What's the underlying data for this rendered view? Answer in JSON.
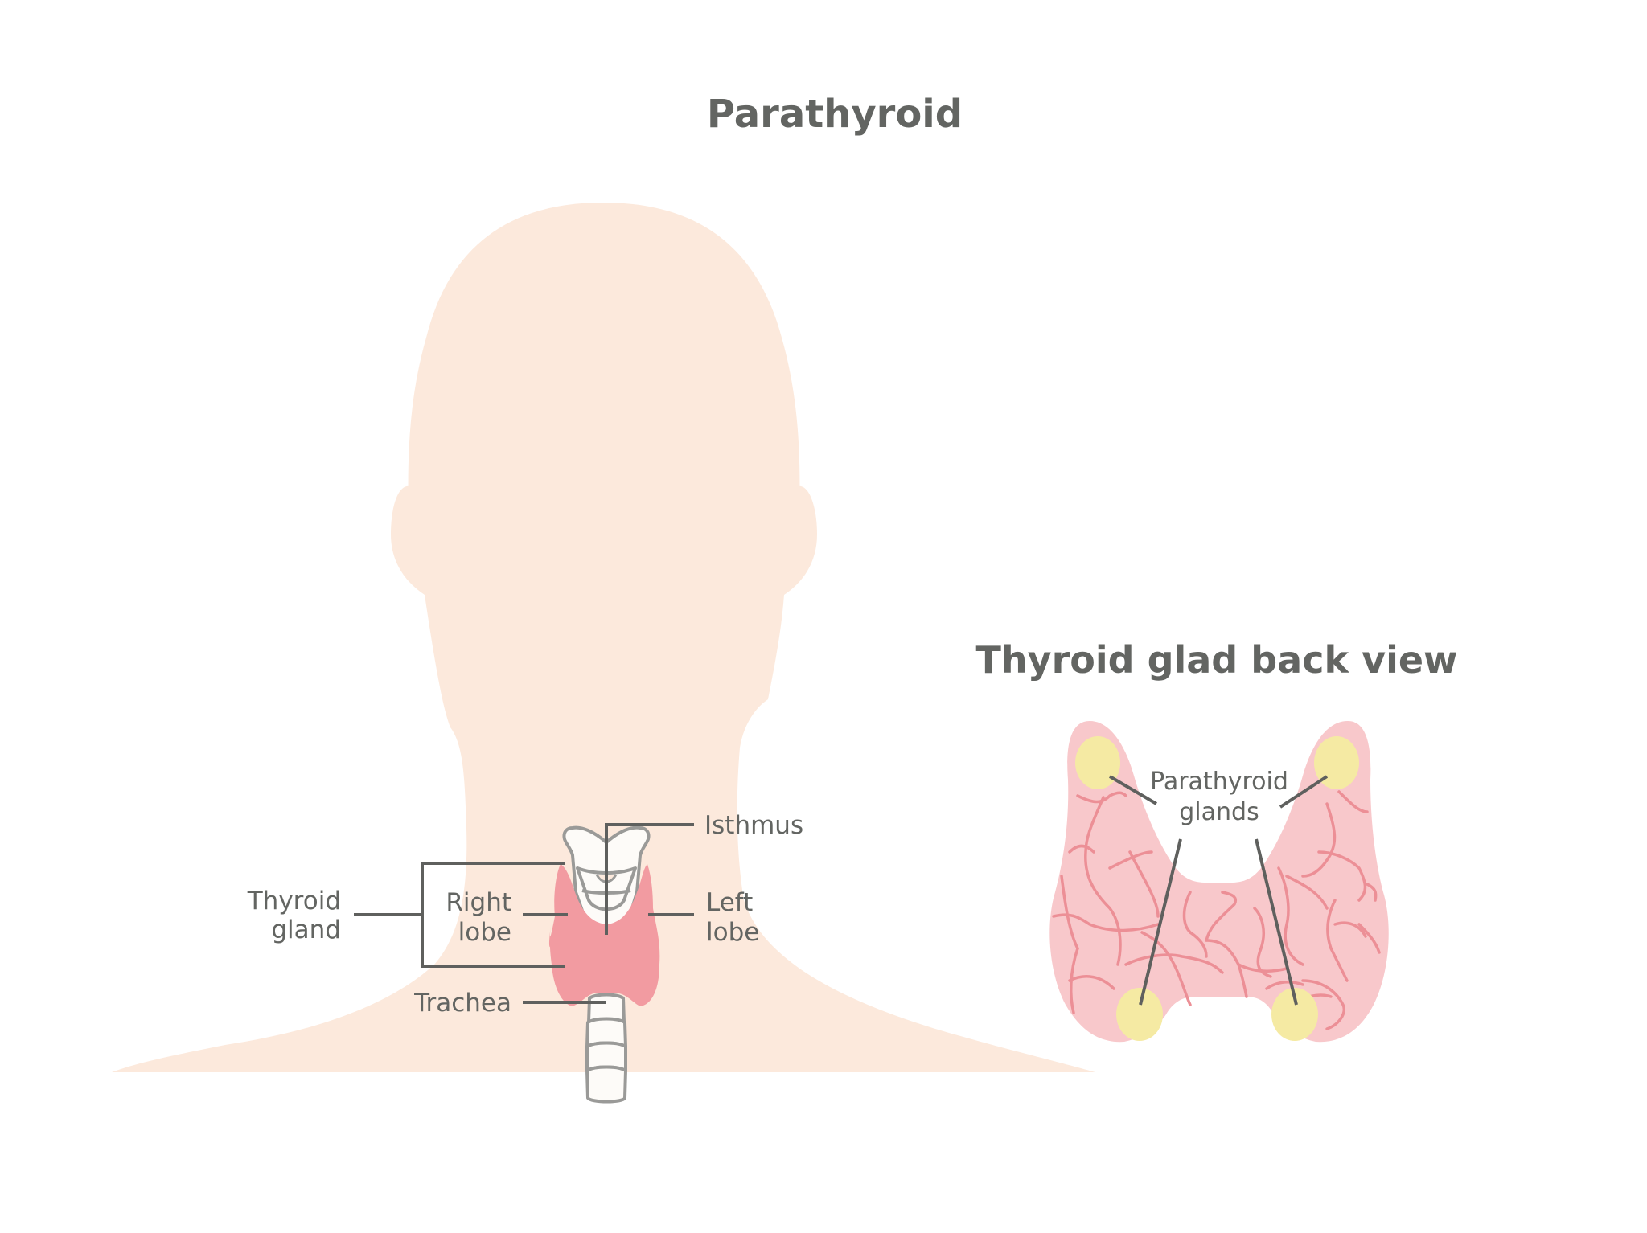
{
  "title": "Parathyroid",
  "front_view": {
    "labels": {
      "isthmus": "Isthmus",
      "thyroid_gland_line1": "Thyroid",
      "thyroid_gland_line2": "gland",
      "right_lobe_line1": "Right",
      "right_lobe_line2": "lobe",
      "left_lobe_line1": "Left",
      "left_lobe_line2": "lobe",
      "trachea": "Trachea"
    }
  },
  "back_view": {
    "title": "Thyroid glad back view",
    "labels": {
      "parathyroid_glands_line1": "Parathyroid",
      "parathyroid_glands_line2": "glands"
    }
  },
  "colors": {
    "skin": "#fce9dc",
    "thyroid_front": "#f29ba1",
    "thyroid_back": "#f8c8cb",
    "vessels": "#ec8f96",
    "parathyroid": "#f5eaa3",
    "cartilage": "#fdfbf8",
    "cartilage_outline": "#9a9a98",
    "text": "#636562"
  }
}
